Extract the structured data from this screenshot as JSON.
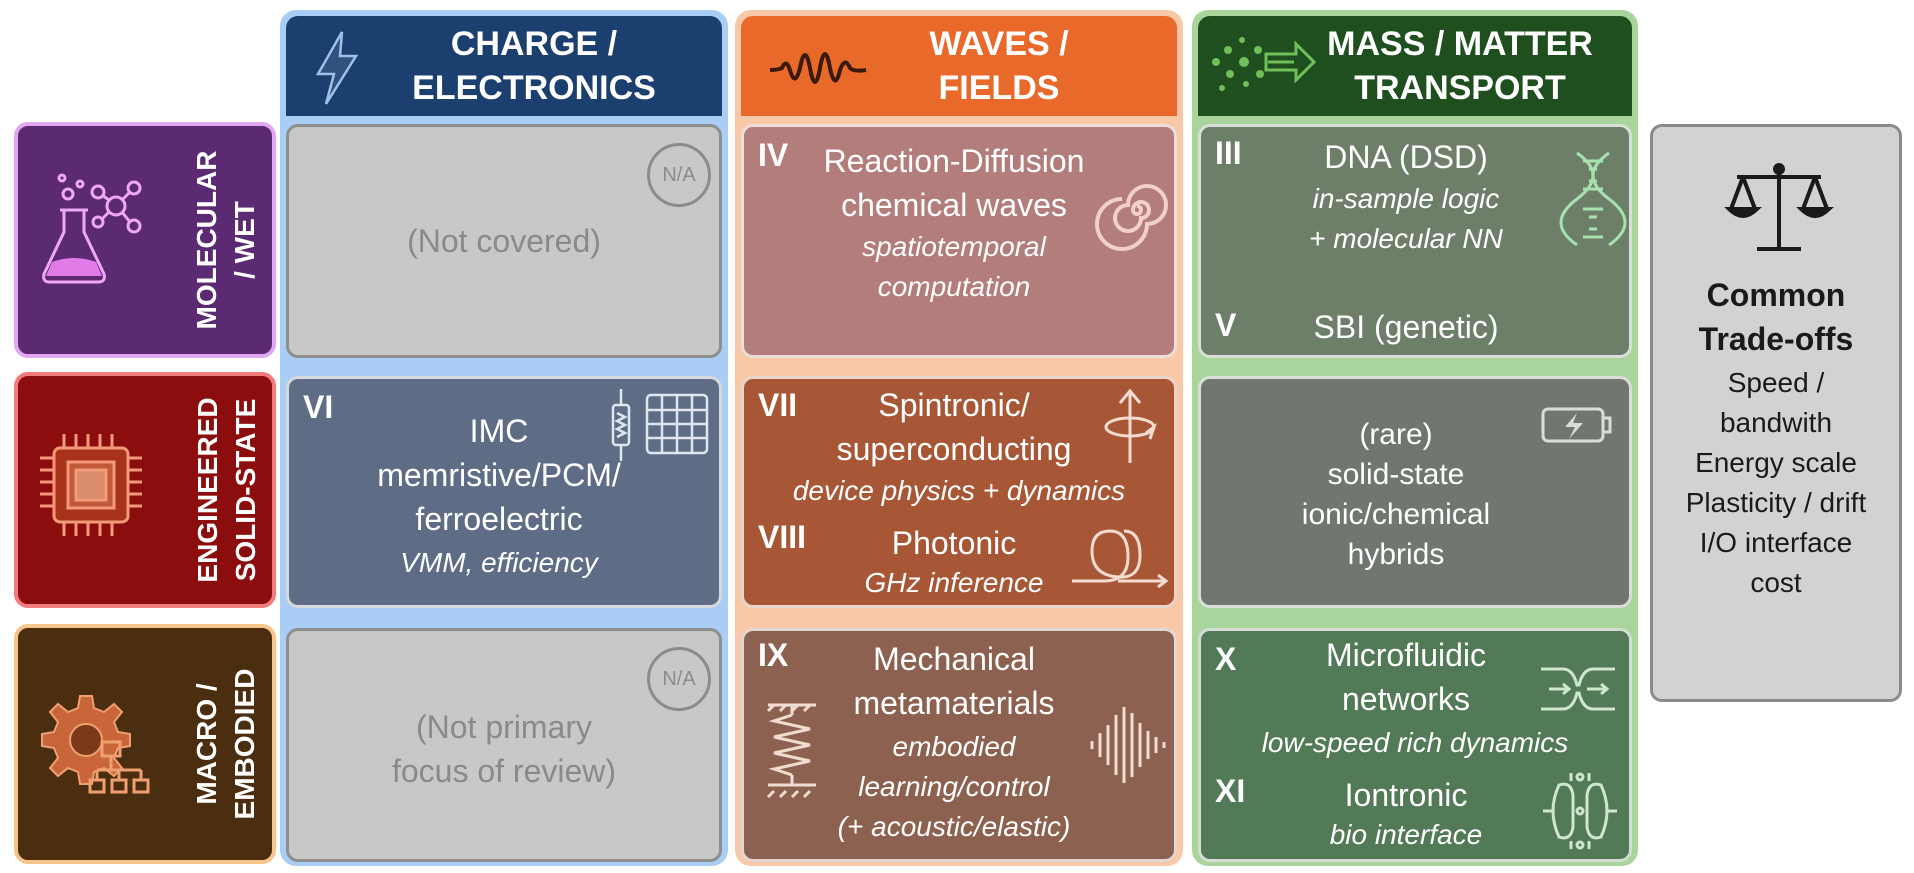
{
  "columns": [
    {
      "id": "charge",
      "title": "CHARGE /\nELECTRONICS",
      "head_color": "#1b3f6e",
      "frame_color": "#a9cdf4"
    },
    {
      "id": "waves",
      "title": "WAVES /\nFIELDS",
      "head_color": "#e8692a",
      "frame_color": "#f9c8a6"
    },
    {
      "id": "mass",
      "title": "MASS / MATTER\nTRANSPORT",
      "head_color": "#1f4f1f",
      "frame_color": "#a9d49b"
    }
  ],
  "rows": [
    {
      "id": "molecular",
      "label": "MOLECULAR\n/ WET",
      "color": "#5c2a72",
      "border": "#e1a7f2"
    },
    {
      "id": "solid",
      "label": "ENGINEERED\nSOLID-STATE",
      "color": "#8b0d0d",
      "border": "#f27c7c"
    },
    {
      "id": "macro",
      "label": "MACRO /\nEMBODIED",
      "color": "#4b2e10",
      "border": "#f6c58a"
    }
  ],
  "cells": {
    "mol_charge": {
      "badge": "N/A",
      "text": "(Not covered)"
    },
    "mol_waves": {
      "roman": "IV",
      "title": "Reaction-Diffusion\nchemical waves",
      "sub": "spatiotemporal\ncomputation"
    },
    "mol_mass": {
      "roman": "III",
      "title": "DNA (DSD)",
      "sub": "in-sample logic\n+ molecular NN",
      "roman2": "V",
      "title2": "SBI (genetic)"
    },
    "solid_charge": {
      "roman": "VI",
      "title": "IMC\nmemristive/PCM/\nferroelectric",
      "sub": "VMM, efficiency"
    },
    "solid_waves": {
      "roman": "VII",
      "title": "Spintronic/\nsuperconducting",
      "sub": "device physics + dynamics",
      "roman2": "VIII",
      "title2": "Photonic",
      "sub2": "GHz inference"
    },
    "solid_mass": {
      "text": "(rare)\nsolid-state\nionic/chemical\nhybrids"
    },
    "macro_charge": {
      "badge": "N/A",
      "text": "(Not primary\nfocus of review)"
    },
    "macro_waves": {
      "roman": "IX",
      "title": "Mechanical\nmetamaterials",
      "sub": "embodied\nlearning/control\n(+ acoustic/elastic)"
    },
    "macro_mass": {
      "roman": "X",
      "title": "Microfluidic\nnetworks",
      "sub": "low-speed rich dynamics",
      "roman2": "XI",
      "title2": "Iontronic",
      "sub2": "bio interface"
    }
  },
  "tradeoffs": {
    "title": "Common\nTrade-offs",
    "items": [
      "Speed /\nbandwith",
      "Energy scale",
      "Plasticity / drift",
      "I/O interface\ncost"
    ]
  },
  "icons": [
    "lightning-icon",
    "wave-icon",
    "particle-flow-icon",
    "flask-molecule-icon",
    "chip-icon",
    "gear-network-icon",
    "spiral-icon",
    "dna-icon",
    "resistor-crossbar-icon",
    "spin-icon",
    "fiber-loop-icon",
    "battery-icon",
    "spring-icon",
    "acoustic-wave-icon",
    "fluidic-channel-icon",
    "ion-channel-icon",
    "balance-scale-icon"
  ],
  "colors": {
    "na_cell": "#c8c8c8",
    "mol_waves": "#b27d7a",
    "mol_mass": "#6e7f69",
    "solid_charge": "#5e6d85",
    "solid_waves": "#a75735",
    "solid_mass": "#6f7770",
    "macro_waves": "#8d6150",
    "macro_mass": "#537a57",
    "tradeoff_bg": "#d2d2d2"
  }
}
